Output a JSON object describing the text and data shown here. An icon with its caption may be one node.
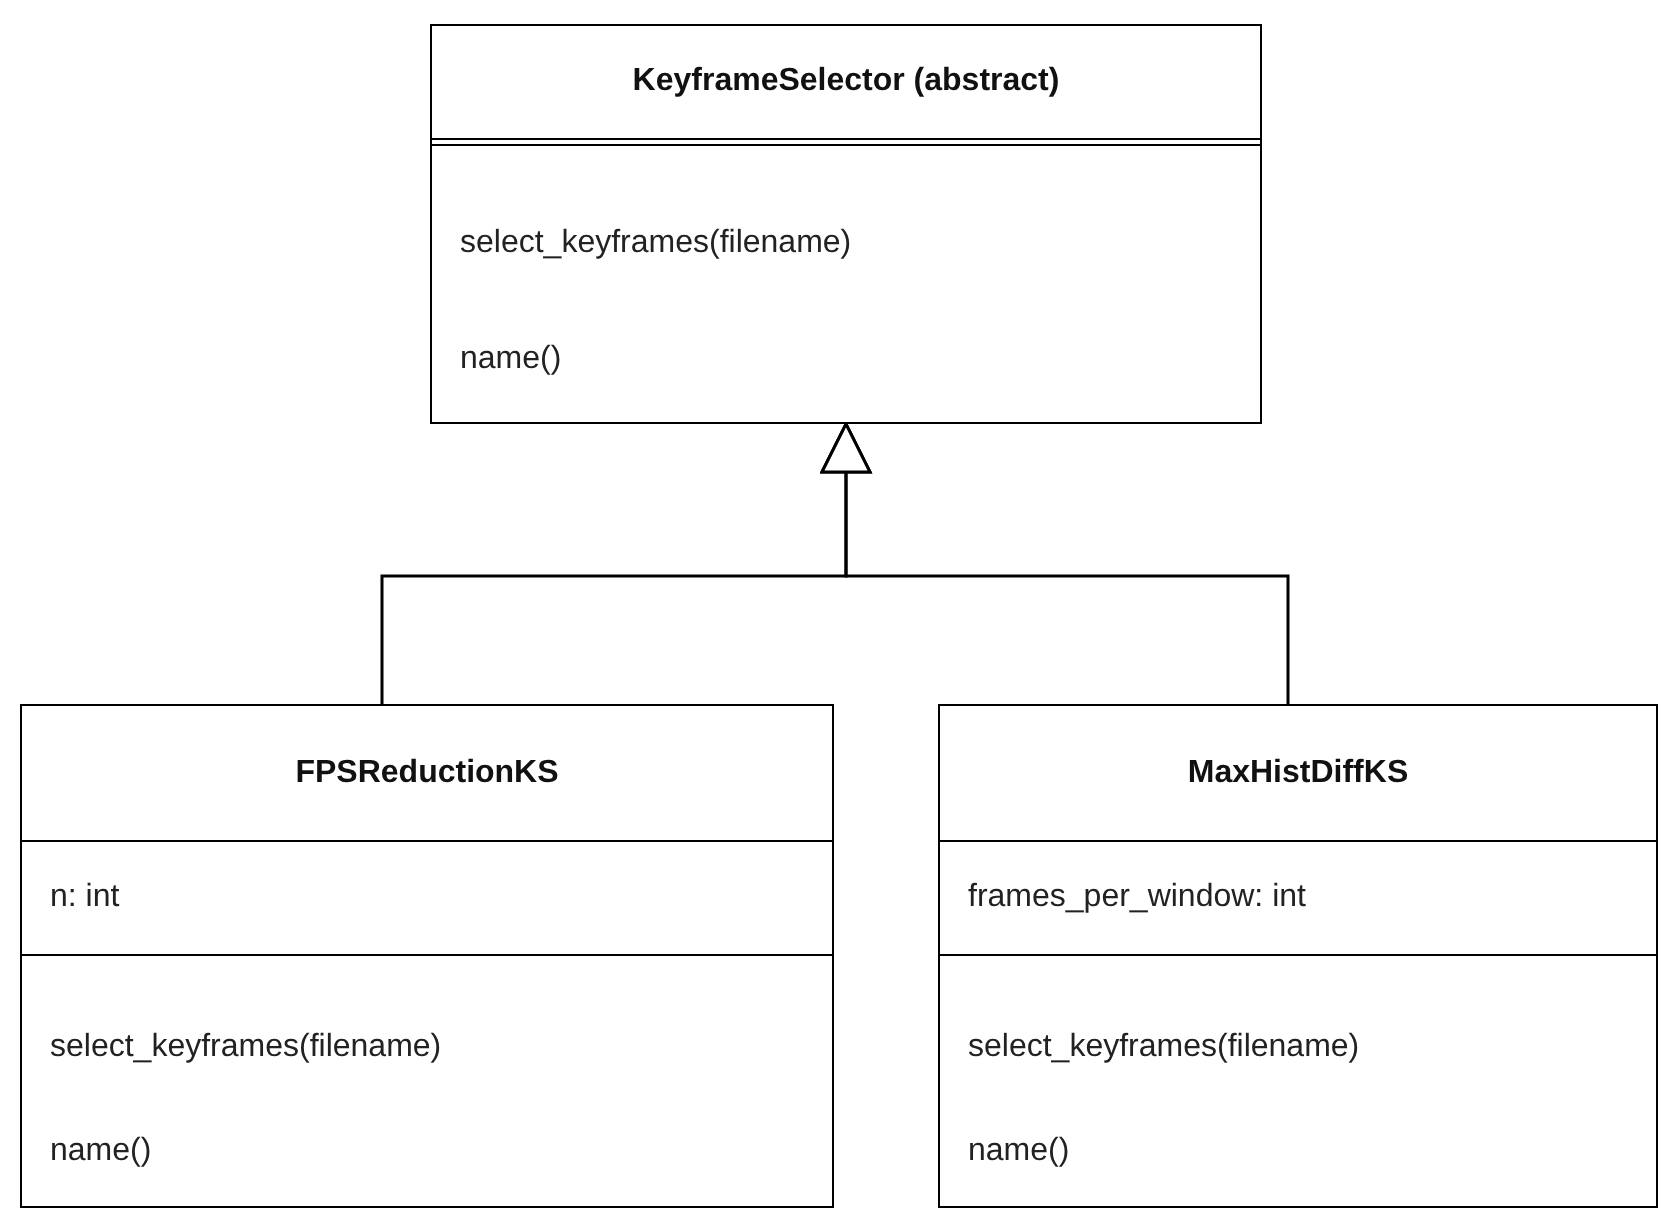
{
  "diagram": {
    "nodes": [
      {
        "text": [
          "KeyframeSelector (abstract)",
          "select_keyframes(filename)",
          "name()"
        ]
      },
      {
        "text": [
          "FPSReductionKS",
          "n: int",
          "select_keyframes(filename)",
          "name()"
        ]
      },
      {
        "text": [
          "MaxHistDiffKS",
          "frames_per_window: int",
          "select_keyframes(filename)",
          "name()"
        ]
      }
    ],
    "edges": [
      {
        "from": 1,
        "to": 0,
        "arrow": "to"
      },
      {
        "from": 2,
        "to": 0,
        "arrow": "to"
      }
    ]
  }
}
